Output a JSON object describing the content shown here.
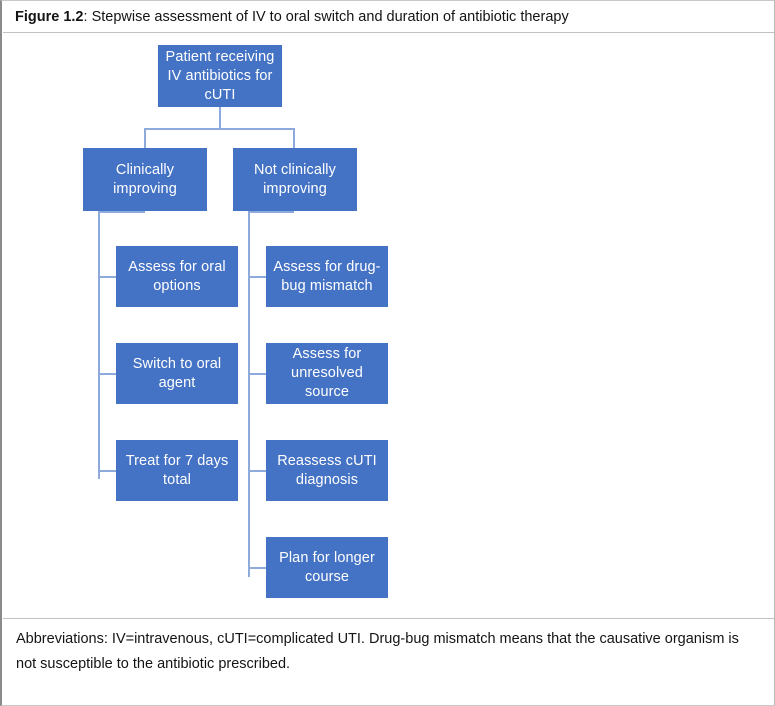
{
  "figure": {
    "label": "Figure 1.2",
    "separator": ": ",
    "title": "Stepwise assessment of IV to oral switch and duration of antibiotic therapy"
  },
  "colors": {
    "box_fill": "#4472C4",
    "box_text": "#FFFFFF",
    "connector": "#8EA9DB",
    "frame_border": "#C2C2C2",
    "page_text": "#141414"
  },
  "chart_data": {
    "type": "diagram",
    "title": "Stepwise assessment of IV to oral switch and duration of antibiotic therapy",
    "orientation": "top-down tree with two vertical branch trunks",
    "root": {
      "id": "root",
      "label": "Patient receiving IV antibiotics for cUTI"
    },
    "branches": [
      {
        "id": "branch-improving",
        "label": "Clinically improving",
        "steps": [
          {
            "id": "step-assess-oral-options",
            "label": "Assess for oral options"
          },
          {
            "id": "step-switch-oral-agent",
            "label": "Switch to oral agent"
          },
          {
            "id": "step-treat-7-days",
            "label": "Treat for 7 days total"
          }
        ]
      },
      {
        "id": "branch-not-improving",
        "label": "Not clinically improving",
        "steps": [
          {
            "id": "step-assess-drug-bug",
            "label": "Assess for drug-bug mismatch"
          },
          {
            "id": "step-assess-unresolved",
            "label": "Assess for unresolved source"
          },
          {
            "id": "step-reassess-diagnosis",
            "label": "Reassess cUTI diagnosis"
          },
          {
            "id": "step-plan-longer-course",
            "label": "Plan for longer course"
          }
        ]
      }
    ]
  },
  "boxes": {
    "root": "Patient receiving IV antibiotics for cUTI",
    "left_branch": "Clinically improving",
    "right_branch": "Not clinically improving",
    "left_1": "Assess for oral options",
    "left_2": "Switch to oral agent",
    "left_3": "Treat for 7 days total",
    "right_1": "Assess for drug-bug mismatch",
    "right_2": "Assess for unresolved source",
    "right_3": "Reassess cUTI diagnosis",
    "right_4": "Plan for longer course"
  },
  "footer": {
    "abbreviations": "Abbreviations: IV=intravenous, cUTI=complicated UTI. Drug-bug mismatch means that the causative organism is not susceptible to the antibiotic prescribed."
  }
}
